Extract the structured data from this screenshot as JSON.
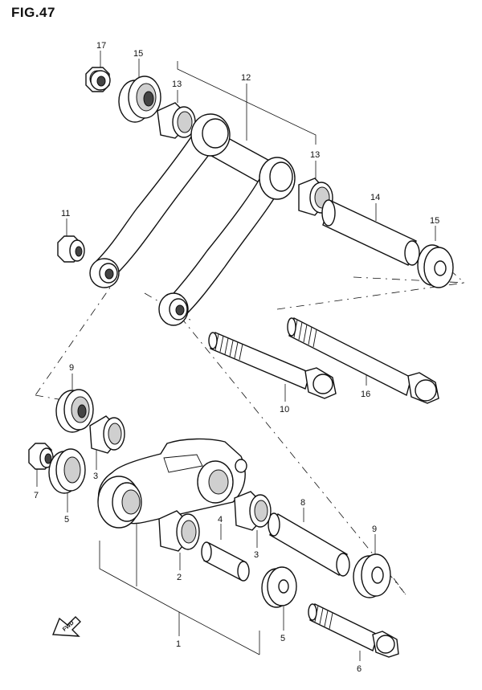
{
  "figure": {
    "title": "FIG.47"
  },
  "fwd_label": "FWD",
  "callouts": [
    {
      "id": "c17a",
      "label": "17"
    },
    {
      "id": "c15a",
      "label": "15"
    },
    {
      "id": "c13a",
      "label": "13"
    },
    {
      "id": "c12",
      "label": "12"
    },
    {
      "id": "c13b",
      "label": "13"
    },
    {
      "id": "c14",
      "label": "14"
    },
    {
      "id": "c15b",
      "label": "15"
    },
    {
      "id": "c11",
      "label": "11"
    },
    {
      "id": "c10",
      "label": "10"
    },
    {
      "id": "c16",
      "label": "16"
    },
    {
      "id": "c9a",
      "label": "9"
    },
    {
      "id": "c3a",
      "label": "3"
    },
    {
      "id": "c7",
      "label": "7"
    },
    {
      "id": "c5a",
      "label": "5"
    },
    {
      "id": "c8",
      "label": "8"
    },
    {
      "id": "c4",
      "label": "4"
    },
    {
      "id": "c3b",
      "label": "3"
    },
    {
      "id": "c2",
      "label": "2"
    },
    {
      "id": "c9b",
      "label": "9"
    },
    {
      "id": "c1",
      "label": "1"
    },
    {
      "id": "c5b",
      "label": "5"
    },
    {
      "id": "c6",
      "label": "6"
    }
  ]
}
